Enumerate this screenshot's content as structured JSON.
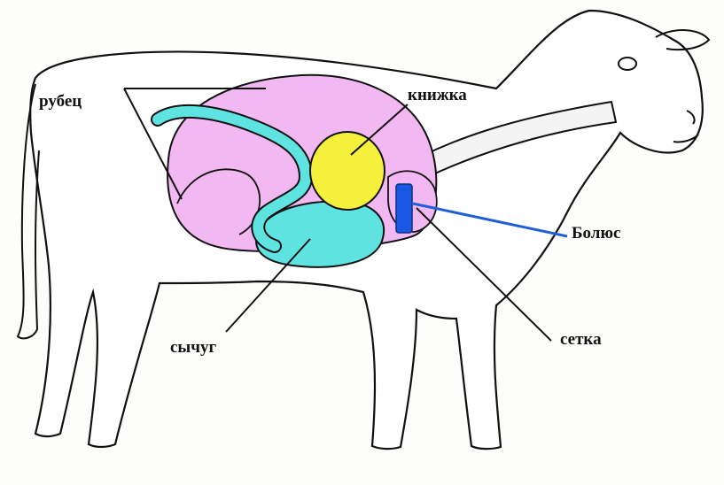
{
  "labels": {
    "rumen": "рубец",
    "omasum": "книжка",
    "bolus": "Болюс",
    "reticulum": "сетка",
    "abomasum": "сычуг"
  },
  "colors": {
    "outline": "#111111",
    "rumen": "#f2b8f2",
    "omasum": "#f5f03c",
    "abomasum": "#5fe3e0",
    "bolus": "#1a57e0",
    "bolus_line": "#1f5fd6",
    "esophagus": "#f4f4f4"
  }
}
